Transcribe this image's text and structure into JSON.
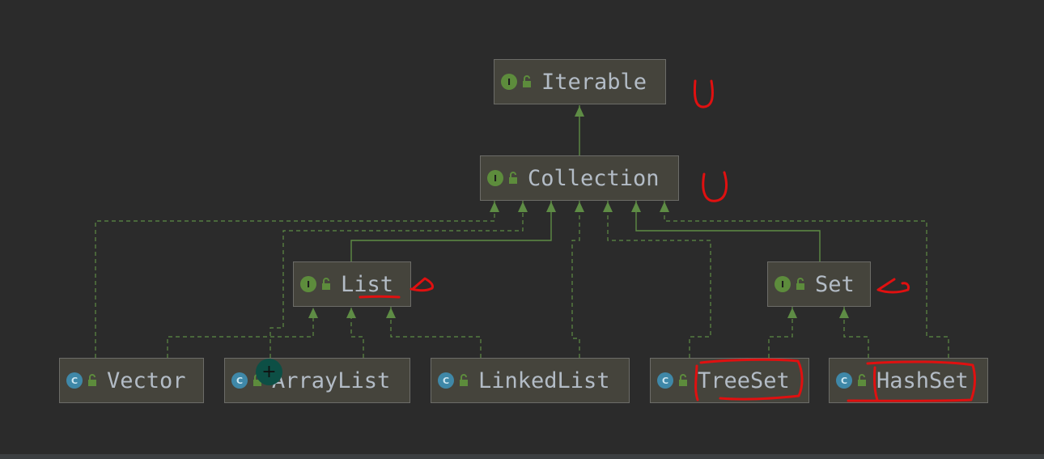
{
  "nodes": {
    "iterable": {
      "kind": "I",
      "label": "Iterable"
    },
    "collection": {
      "kind": "I",
      "label": "Collection"
    },
    "list": {
      "kind": "I",
      "label": "List"
    },
    "set": {
      "kind": "I",
      "label": "Set"
    },
    "vector": {
      "kind": "C",
      "label": "Vector"
    },
    "arraylist": {
      "kind": "C",
      "label": "ArrayList"
    },
    "linkedlist": {
      "kind": "C",
      "label": "LinkedList"
    },
    "treeset": {
      "kind": "C",
      "label": "TreeSet"
    },
    "hashset": {
      "kind": "C",
      "label": "HashSet"
    }
  },
  "relations": [
    {
      "from": "Collection",
      "to": "Iterable",
      "style": "solid"
    },
    {
      "from": "List",
      "to": "Collection",
      "style": "solid"
    },
    {
      "from": "Set",
      "to": "Collection",
      "style": "solid"
    },
    {
      "from": "Vector",
      "to": "Collection",
      "style": "dashed"
    },
    {
      "from": "ArrayList",
      "to": "Collection",
      "style": "dashed"
    },
    {
      "from": "LinkedList",
      "to": "Collection",
      "style": "dashed"
    },
    {
      "from": "TreeSet",
      "to": "Collection",
      "style": "dashed"
    },
    {
      "from": "HashSet",
      "to": "Collection",
      "style": "dashed"
    },
    {
      "from": "Vector",
      "to": "List",
      "style": "dashed"
    },
    {
      "from": "ArrayList",
      "to": "List",
      "style": "dashed"
    },
    {
      "from": "LinkedList",
      "to": "List",
      "style": "dashed"
    },
    {
      "from": "TreeSet",
      "to": "Set",
      "style": "dashed"
    },
    {
      "from": "HashSet",
      "to": "Set",
      "style": "dashed"
    }
  ],
  "colors": {
    "background": "#2b2b2b",
    "node_fill": "#45443c",
    "edge": "#5e8c45",
    "interface_badge": "#5d8c3c",
    "class_badge": "#3f88a8",
    "annotation_ink": "#e01010"
  },
  "cursor_icon": "plus-cursor-icon"
}
